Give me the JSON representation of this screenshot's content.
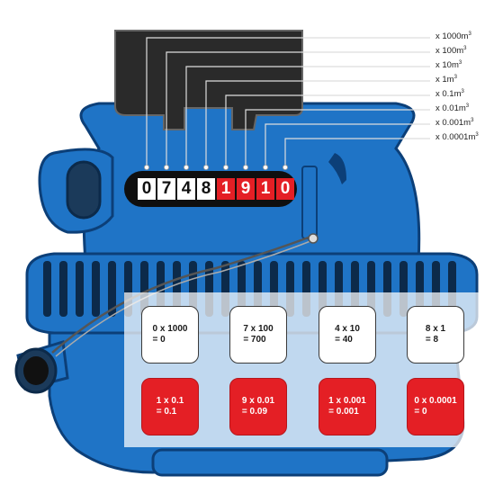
{
  "multiplier_labels": [
    {
      "prefix": "x 1000m",
      "sup": "3"
    },
    {
      "prefix": "x 100m",
      "sup": "3"
    },
    {
      "prefix": "x 10m",
      "sup": "3"
    },
    {
      "prefix": "x 1m",
      "sup": "3"
    },
    {
      "prefix": "x 0.1m",
      "sup": "3"
    },
    {
      "prefix": "x 0.01m",
      "sup": "3"
    },
    {
      "prefix": "x 0.001m",
      "sup": "3"
    },
    {
      "prefix": "x 0.0001m",
      "sup": "3"
    }
  ],
  "register_digits": [
    "0",
    "7",
    "4",
    "8",
    "1",
    "9",
    "1",
    "0"
  ],
  "calc_tiles": [
    {
      "line1": "0 x 1000",
      "line2": "= 0",
      "style": "white"
    },
    {
      "line1": "7 x 100",
      "line2": "= 700",
      "style": "white"
    },
    {
      "line1": "4 x 10",
      "line2": "= 40",
      "style": "white"
    },
    {
      "line1": "8 x 1",
      "line2": "= 8",
      "style": "white"
    },
    {
      "line1": "1 x 0.1",
      "line2": "= 0.1",
      "style": "red"
    },
    {
      "line1": "9 x 0.01",
      "line2": "= 0.09",
      "style": "red"
    },
    {
      "line1": "1 x 0.001",
      "line2": "= 0.001",
      "style": "red"
    },
    {
      "line1": "0 x 0.0001",
      "line2": "= 0",
      "style": "red"
    }
  ],
  "colors": {
    "meter_blue": "#1f74c6",
    "meter_blue_dark": "#0c3f78",
    "cover_dark": "#2a2a2a",
    "digit_red": "#e41f25"
  }
}
